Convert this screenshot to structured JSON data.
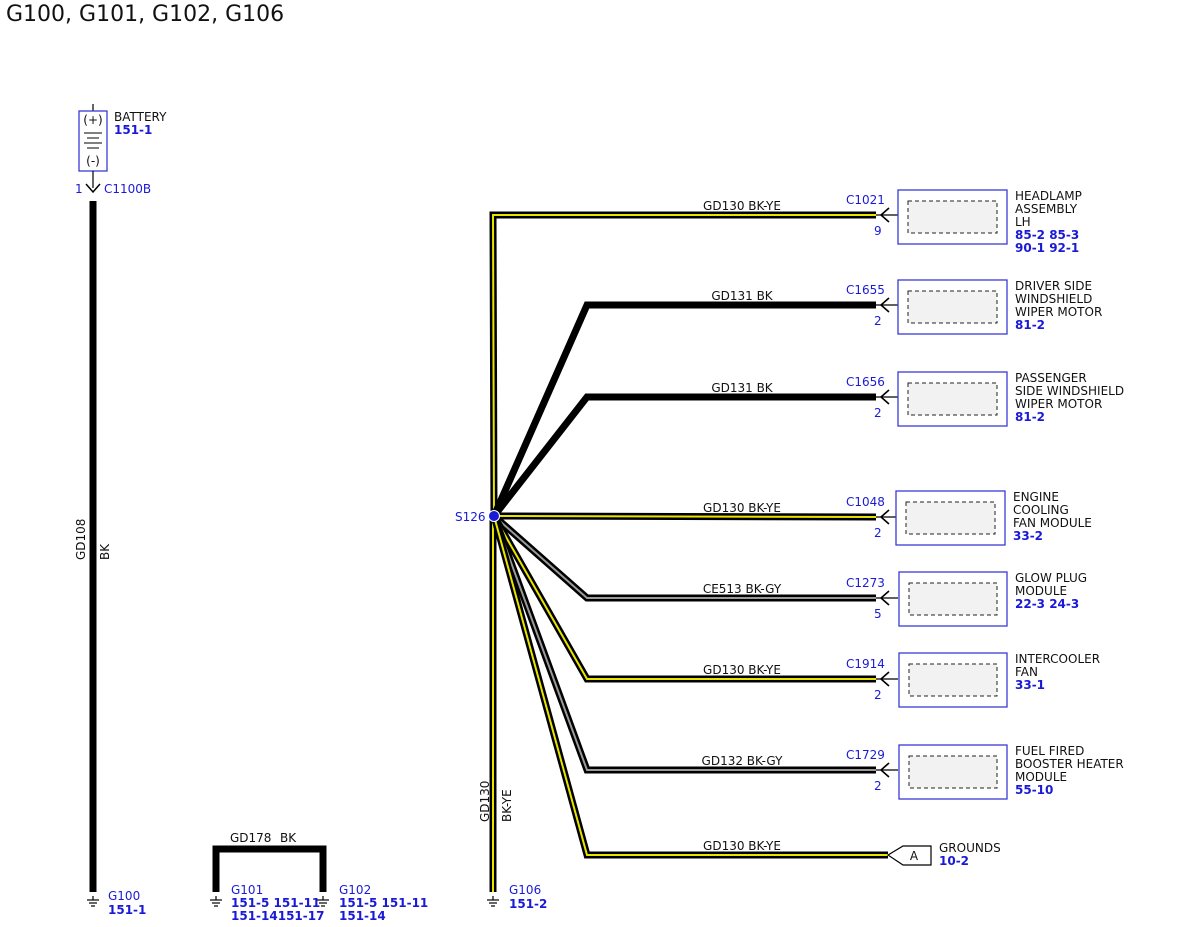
{
  "title": "G100, G101, G102, G106",
  "colors": {
    "wire_black": "#000000",
    "wire_yellow_stripe": "#e8e400",
    "wire_gray_stripe": "#9a9a9a",
    "ref_blue": "#1a1ad6",
    "box_border": "#3a3ad8"
  },
  "battery": {
    "name": "BATTERY",
    "ref": "151-1",
    "plus": "(+)",
    "minus": "(-)",
    "pin": "1",
    "connector": "C1100B",
    "wire_code": "GD108",
    "wire_color": "BK",
    "ground": "G100",
    "ground_ref": "151-1"
  },
  "jumper": {
    "wire_code": "GD178",
    "wire_color": "BK",
    "left_ground": "G101",
    "left_refs_row1": "151-5  151-11",
    "left_refs_row2": "151-14151-17",
    "right_ground": "G102",
    "right_refs_row1": "151-5  151-11",
    "right_refs_row2": "151-14"
  },
  "splice": {
    "name": "S126",
    "wire_code": "GD130",
    "wire_color": "BK-YE",
    "ground": "G106",
    "ground_ref": "151-2"
  },
  "components": [
    {
      "wire": "GD130  BK-YE",
      "connector": "C1021",
      "pin": "9",
      "lines": [
        "HEADLAMP",
        "ASSEMBLY",
        "LH"
      ],
      "refs": [
        "85-2  85-3",
        "90-1  92-1"
      ],
      "stripe": "yellow"
    },
    {
      "wire": "GD131  BK",
      "connector": "C1655",
      "pin": "2",
      "lines": [
        "DRIVER SIDE",
        "WINDSHIELD",
        "WIPER MOTOR"
      ],
      "refs": [
        "81-2"
      ],
      "stripe": "none"
    },
    {
      "wire": "GD131  BK",
      "connector": "C1656",
      "pin": "2",
      "lines": [
        "PASSENGER",
        "SIDE WINDSHIELD",
        "WIPER MOTOR"
      ],
      "refs": [
        "81-2"
      ],
      "stripe": "none"
    },
    {
      "wire": "GD130  BK-YE",
      "connector": "C1048",
      "pin": "2",
      "lines": [
        "ENGINE",
        "COOLING",
        "FAN MODULE"
      ],
      "refs": [
        "33-2"
      ],
      "stripe": "yellow"
    },
    {
      "wire": "CE513  BK-GY",
      "connector": "C1273",
      "pin": "5",
      "lines": [
        "GLOW PLUG",
        "MODULE"
      ],
      "refs": [
        "22-3  24-3"
      ],
      "stripe": "gray"
    },
    {
      "wire": "GD130  BK-YE",
      "connector": "C1914",
      "pin": "2",
      "lines": [
        "INTERCOOLER",
        "FAN"
      ],
      "refs": [
        "33-1"
      ],
      "stripe": "yellow"
    },
    {
      "wire": "GD132  BK-GY",
      "connector": "C1729",
      "pin": "2",
      "lines": [
        "FUEL FIRED",
        "BOOSTER HEATER",
        "MODULE"
      ],
      "refs": [
        "55-10"
      ],
      "stripe": "gray"
    }
  ],
  "grounds_link": {
    "wire": "GD130  BK-YE",
    "tag": "A",
    "name": "GROUNDS",
    "ref": "10-2"
  }
}
